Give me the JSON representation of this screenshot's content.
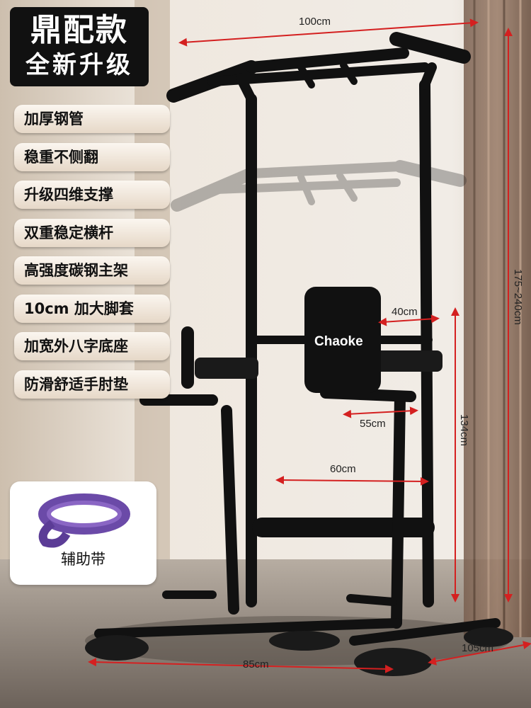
{
  "header": {
    "title": "鼎配款",
    "subtitle": "全新升级"
  },
  "features": [
    "加厚钢管",
    "稳重不侧翻",
    "升级四维支撑",
    "双重稳定横杆",
    "高强度碳钢主架",
    "10cm 加大脚套",
    "加宽外八字底座",
    "防滑舒适手肘垫"
  ],
  "accessory": {
    "label": "辅助带"
  },
  "brand": {
    "name": "Chaoke"
  },
  "dimensions": {
    "top_width": "100cm",
    "height": "175~240cm",
    "armrest_depth": "40cm",
    "armrest_gap": "55cm",
    "armrest_height": "134cm",
    "inner_width": "60cm",
    "base_length": "85cm",
    "base_width": "105cm"
  },
  "colors": {
    "frame": "#111111",
    "dimension_line": "#d42020",
    "wall": "#e9e2da",
    "floor": "#8a8078"
  }
}
